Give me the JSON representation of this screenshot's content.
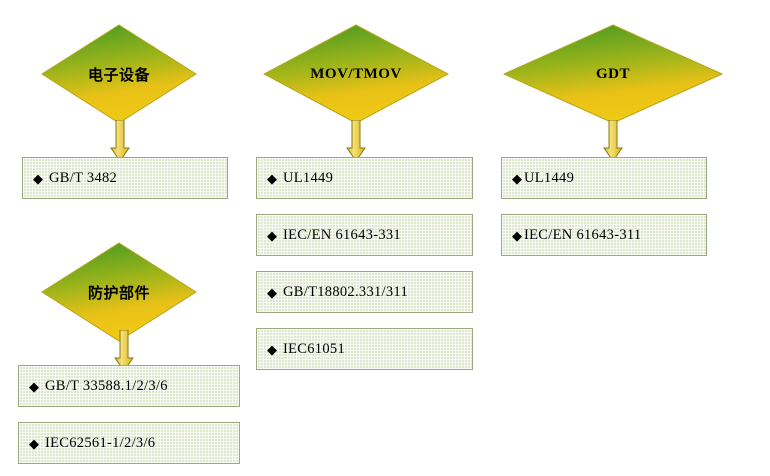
{
  "diagram": {
    "title": "Standards mapping flowchart",
    "colors": {
      "diamond_green": "#5aa02c",
      "diamond_yellow": "#f0c419",
      "box_fill": "#dfe8cf",
      "box_border": "#9aa77f",
      "arrow_fill": "#f0c419",
      "arrow_border": "#8a7a10"
    },
    "columns": [
      {
        "id": "column-1",
        "node": {
          "label": "电子设备"
        },
        "boxes": [
          {
            "bullet": "◆",
            "text": "GB/T 3482"
          }
        ]
      },
      {
        "id": "column-2",
        "node": {
          "label": "MOV/TMOV"
        },
        "boxes": [
          {
            "bullet": "◆",
            "text": "UL1449"
          },
          {
            "bullet": "◆",
            "text": "IEC/EN 61643-331"
          },
          {
            "bullet": "◆",
            "text": "GB/T18802.331/311"
          },
          {
            "bullet": "◆",
            "text": "IEC61051"
          }
        ]
      },
      {
        "id": "column-3",
        "node": {
          "label": "GDT"
        },
        "boxes": [
          {
            "bullet": "◆",
            "text": "UL1449"
          },
          {
            "bullet": "◆",
            "text": "IEC/EN 61643-311"
          }
        ]
      },
      {
        "id": "column-4",
        "node": {
          "label": "防护部件"
        },
        "boxes": [
          {
            "bullet": "◆",
            "text": "GB/T 33588.1/2/3/6"
          },
          {
            "bullet": "◆",
            "text": "IEC62561-1/2/3/6"
          }
        ]
      }
    ]
  }
}
